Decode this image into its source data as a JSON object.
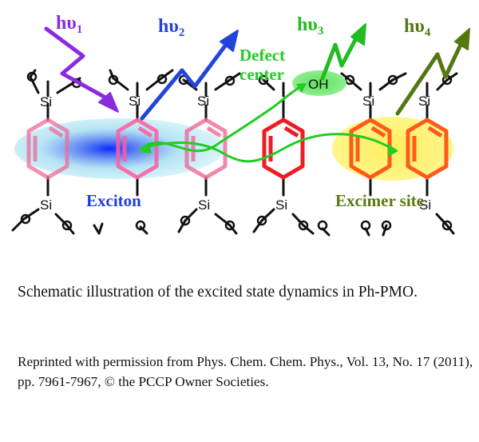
{
  "labels": {
    "hv1": "hυ",
    "hv1_sub": "1",
    "hv2": "hυ",
    "hv2_sub": "2",
    "hv3": "hυ",
    "hv3_sub": "3",
    "hv4": "hυ",
    "hv4_sub": "4",
    "defect_line1": "Defect",
    "defect_line2": "center",
    "oh": "OH",
    "exciton": "Exciton",
    "excimer": "Excimer site",
    "si": "Si"
  },
  "colors": {
    "hv1": "#8b2be0",
    "hv2": "#2244dd",
    "hv3": "#22bb22",
    "hv4": "#557711",
    "ring": "#ee1c24",
    "exciton": "#1a3ee0",
    "excimer": "#5a7a10",
    "defect": "#22cc22"
  },
  "caption": "Schematic illustration of the excited state dynamics in Ph-PMO.",
  "credit": "Reprinted with permission from Phys. Chem. Chem. Phys., Vol. 13, No. 17 (2011), pp. 7961-7967, © the PCCP Owner Societies."
}
